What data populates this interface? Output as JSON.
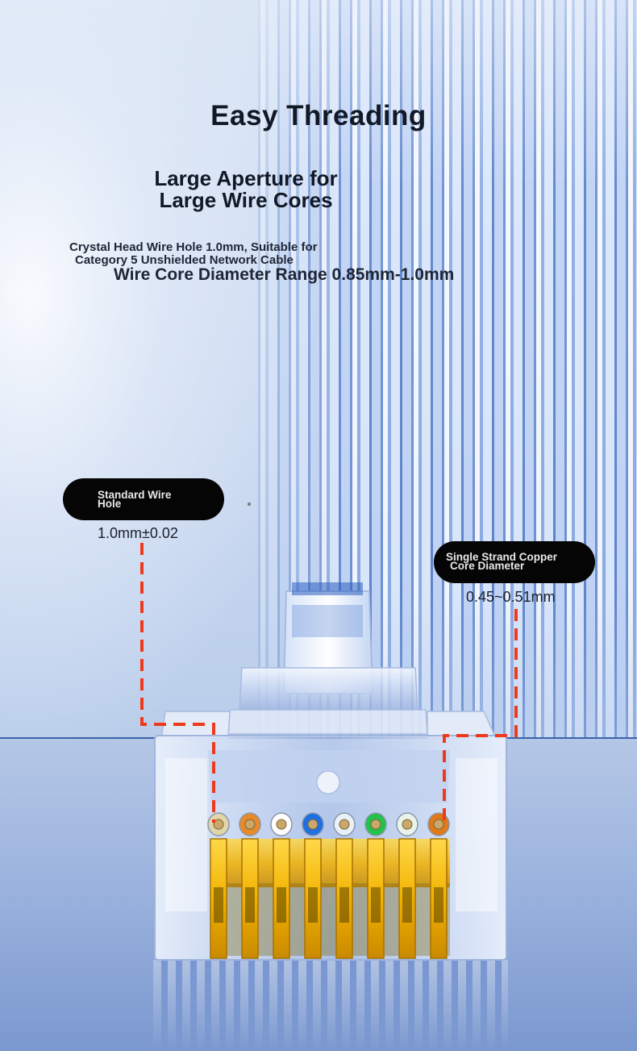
{
  "header": {
    "title": "Easy Threading",
    "subtitle_line1": "Large Aperture for",
    "subtitle_line2": "Large Wire Cores"
  },
  "description": {
    "line1": "Crystal Head Wire Hole 1.0mm, Suitable for",
    "line2": "Category 5 Unshielded Network Cable",
    "line3": "Wire Core Diameter Range 0.85mm-1.0mm"
  },
  "callouts": {
    "wire_hole": {
      "label_line1": "Standard Wire",
      "label_line2": "Hole",
      "value": "1.0mm±0.02"
    },
    "copper_core": {
      "label_line1": "Single Strand Copper",
      "label_line2": "Core Diameter",
      "value": "0.45~0.51mm"
    }
  },
  "colors": {
    "dashed_line": "#ee3a1c",
    "pill_bg": "#050505",
    "text_dark": "#111826",
    "gold_contacts": "#f2b200"
  },
  "wire_colors": [
    "#e0d6a8",
    "#e98a2a",
    "#ffffff",
    "#1f6fe0",
    "#e8f0f8",
    "#24c24a",
    "#e8f4ea",
    "#e07a18"
  ]
}
